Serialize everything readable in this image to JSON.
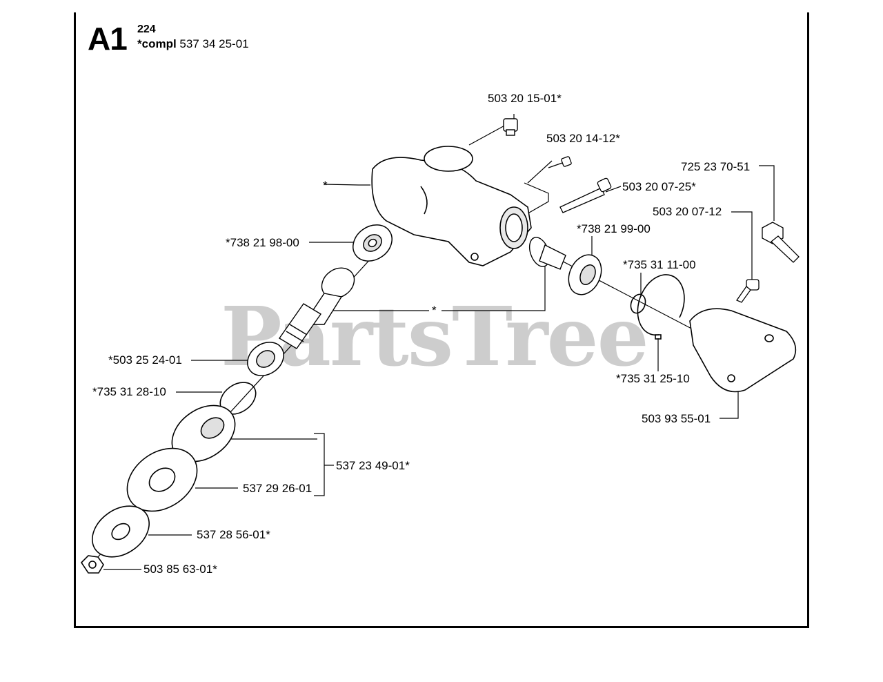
{
  "header": {
    "section_code": "A1",
    "model": "224",
    "compl_prefix": "*compl",
    "compl_part": "537 34 25-01"
  },
  "watermark": "PartsTree",
  "parts": [
    {
      "id": "p1",
      "label": "503 20 15-01*"
    },
    {
      "id": "p2",
      "label": "503 20 14-12*"
    },
    {
      "id": "p3",
      "label": "503 20 07-25*"
    },
    {
      "id": "p4",
      "label": "725 23 70-51"
    },
    {
      "id": "p5",
      "label": "503 20 07-12"
    },
    {
      "id": "p6",
      "label": "*"
    },
    {
      "id": "p7",
      "label": "*738 21 98-00"
    },
    {
      "id": "p8",
      "label": "*738 21 99-00"
    },
    {
      "id": "p9",
      "label": "*735 31 11-00"
    },
    {
      "id": "p10",
      "label": "*"
    },
    {
      "id": "p11",
      "label": "*503 25 24-01"
    },
    {
      "id": "p12",
      "label": "*735 31 25-10"
    },
    {
      "id": "p13",
      "label": "*735 31 28-10"
    },
    {
      "id": "p14",
      "label": "503 93 55-01"
    },
    {
      "id": "p15",
      "label": "537 23 49-01*"
    },
    {
      "id": "p16",
      "label": "537 29 26-01"
    },
    {
      "id": "p17",
      "label": "537 28 56-01*"
    },
    {
      "id": "p18",
      "label": "503 85 63-01*"
    }
  ],
  "colors": {
    "line": "#000000",
    "watermark": "#c8c8c8",
    "part_fill": "#ffffff",
    "shade": "#d9d9d9"
  }
}
